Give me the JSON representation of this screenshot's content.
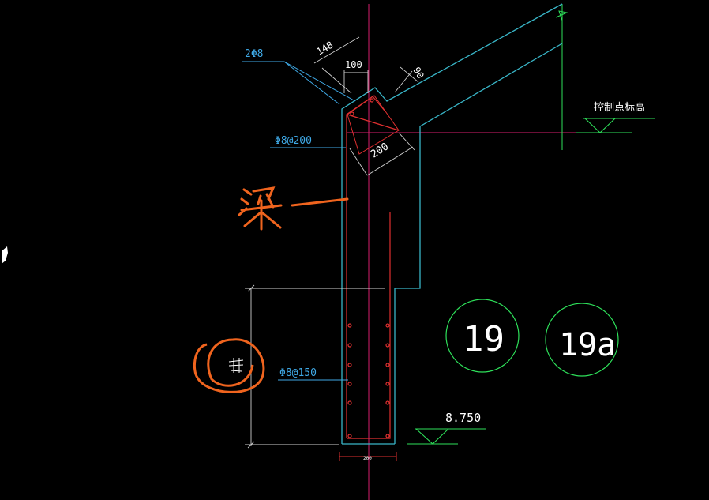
{
  "drawing": {
    "labels": {
      "rebar_top": "2Φ8",
      "dim_148": "148",
      "dim_100": "100",
      "dim_90": "90",
      "stirrup_top": "Φ8@200",
      "dim_200_diag": "200",
      "control_elevation": "控制点标高",
      "handwritten_beam": "梁一",
      "stirrup_bottom": "Φ8@150",
      "circle_19": "19",
      "circle_19a": "19a",
      "elevation": "8.750",
      "dim_200_bottom": "200"
    },
    "colors": {
      "background": "#000000",
      "concrete_outline": "#39b6c8",
      "rebar": "#e03030",
      "leader": "#3fa9e6",
      "dimension": "#ffffff",
      "grid_axis": "#d81e6e",
      "axis_bubble": "#2ee05a",
      "elevation_mark": "#2ee05a",
      "annotation_ink": "#f0641e"
    }
  }
}
